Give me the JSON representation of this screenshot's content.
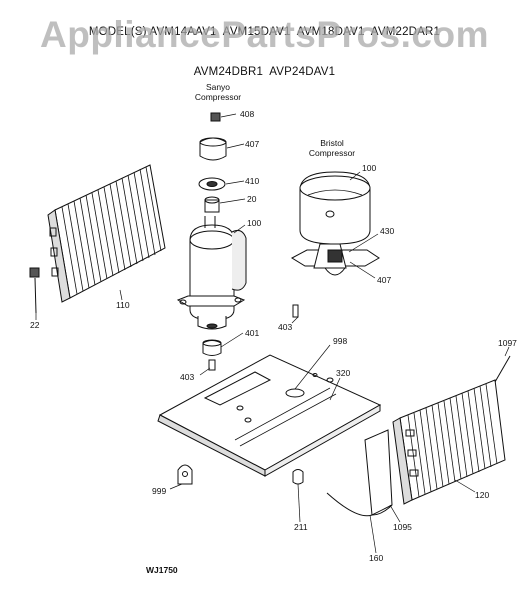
{
  "header": {
    "models_line1": "MODEL(S) AVM14AAV1  AVM15DAV1  AVM18DAV1  AVM22DAR1",
    "models_line2": "AVM24DBR1  AVP24DAV1",
    "watermark": "AppliancePartsPros.com"
  },
  "captions": {
    "sanyo": [
      "Sanyo",
      "Compressor"
    ],
    "bristol": [
      "Bristol",
      "Compressor"
    ]
  },
  "callouts": {
    "c408": "408",
    "c407a": "407",
    "c410": "410",
    "c20": "20",
    "c100a": "100",
    "c100b": "100",
    "c430": "430",
    "c407b": "407",
    "c403a": "403",
    "c401": "401",
    "c403b": "403",
    "c998": "998",
    "c320": "320",
    "c1097": "1097",
    "c110": "110",
    "c22": "22",
    "c999": "999",
    "c211": "211",
    "c160": "160",
    "c1095": "1095",
    "c120": "120"
  },
  "drawing_code": "WJ1750",
  "colors": {
    "ink": "#111111",
    "watermark": "#aaaaaa",
    "background": "#ffffff"
  }
}
